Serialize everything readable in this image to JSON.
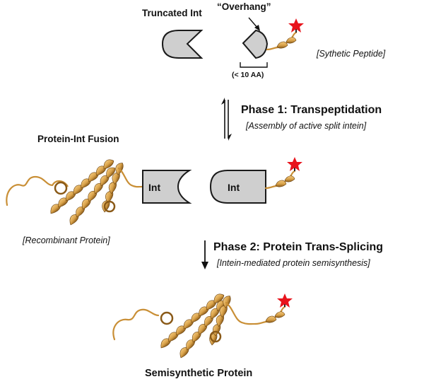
{
  "labels": {
    "truncated_int": "Truncated Int",
    "overhang": "“Overhang”",
    "aa_range": "(< 10 AA)",
    "synthetic_peptide": "[Sythetic Peptide]",
    "phase1_title": "Phase 1: Transpeptidation",
    "phase1_sub": "[Assembly of active split intein]",
    "fusion_title": "Protein-Int Fusion",
    "int_left": "Int",
    "int_right": "Int",
    "recombinant": "[Recombinant Protein]",
    "phase2_title": "Phase 2: Protein Trans-Splicing",
    "phase2_sub": "[Intein-mediated protein semisynthesis]",
    "final": "Semisynthetic Protein"
  },
  "colors": {
    "intein_fill": "#cfcfcf",
    "outline": "#1a1a1a",
    "ribbon": "#d9a24a",
    "ribbon_dark": "#8a5a18",
    "star": "#e8141c"
  },
  "icons": [
    "star-icon",
    "equilibrium-arrow-icon",
    "down-arrow-icon"
  ]
}
